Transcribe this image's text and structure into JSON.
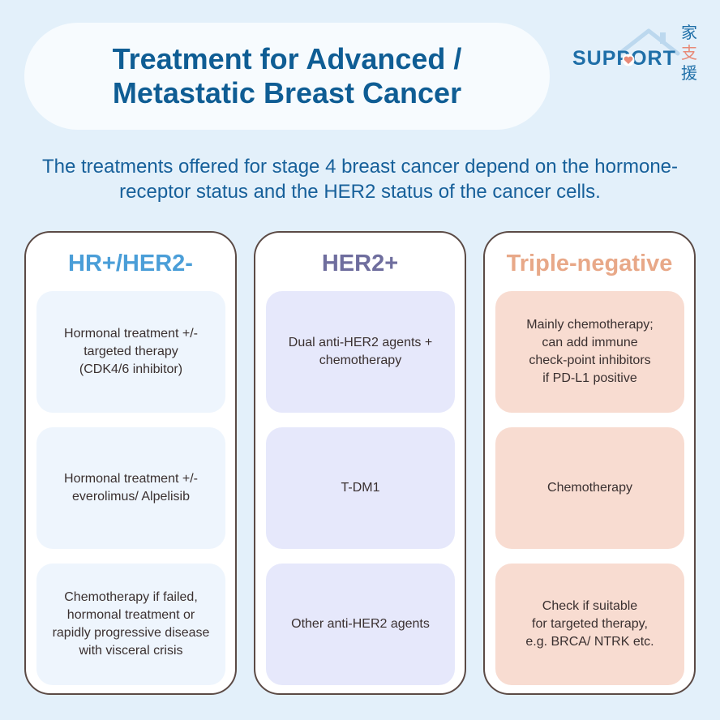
{
  "title": "Treatment for Advanced /\nMetastatic Breast Cancer",
  "logo": {
    "word": "SUPPORT",
    "cjk": [
      "家",
      "支",
      "援"
    ]
  },
  "intro": "The treatments offered for stage 4 breast cancer depend on the hormone-receptor status and the HER2 status of the cancer cells.",
  "columns": [
    {
      "heading": "HR+/HER2-",
      "color": "#4a9ed8",
      "box_color": "#eef5fd",
      "items": [
        "Hormonal treatment +/-\ntargeted therapy\n(CDK4/6 inhibitor)",
        "Hormonal treatment +/-\neverolimus/ Alpelisib",
        "Chemotherapy if failed,\nhormonal treatment or\nrapidly progressive disease\nwith visceral crisis"
      ]
    },
    {
      "heading": "HER2+",
      "color": "#6f6e9e",
      "box_color": "#e6e8fb",
      "items": [
        "Dual anti-HER2 agents +\nchemotherapy",
        "T-DM1",
        "Other anti-HER2 agents"
      ]
    },
    {
      "heading": "Triple-negative",
      "color": "#e8a888",
      "box_color": "#f8dcd1",
      "items": [
        "Mainly chemotherapy;\ncan add immune\ncheck-point inhibitors\nif PD-L1 positive",
        "Chemotherapy",
        "Check if suitable\nfor targeted therapy,\ne.g. BRCA/ NTRK etc."
      ]
    }
  ]
}
